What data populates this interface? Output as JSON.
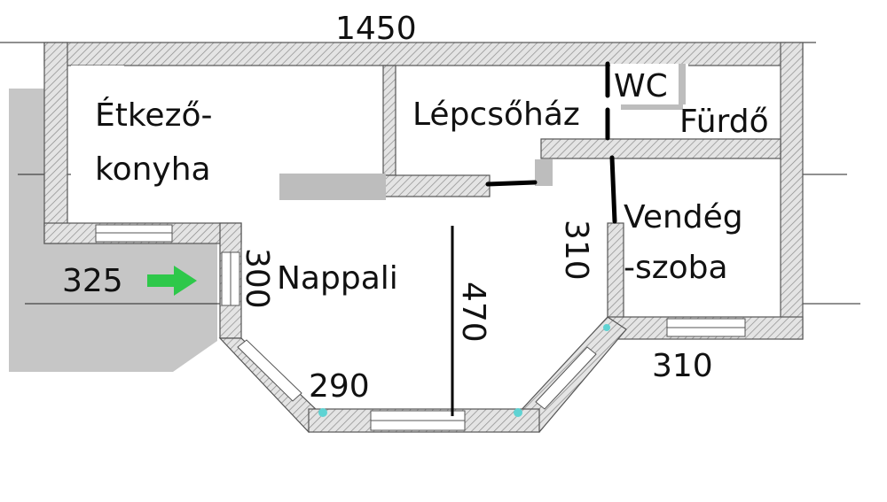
{
  "dimensions": {
    "total_width": "1450",
    "entrance": "325",
    "nappali_side": "300",
    "nappali_depth": "470",
    "bay_side": "290",
    "guest_height": "310",
    "guest_width": "310"
  },
  "rooms": {
    "kitchen_line1": "Étkező-",
    "kitchen_line2": "konyha",
    "stairwell": "Lépcsőház",
    "wc": "WC",
    "bathroom": "Fürdő",
    "guest_line1": "Vendég",
    "guest_line2": "-szoba",
    "living": "Nappali"
  },
  "colors": {
    "wall_fill": "#d9d9d9",
    "wall_stroke": "#555555",
    "terrace": "#c6c6c6",
    "entrance_arrow": "#2ec84a",
    "marker": "#000000",
    "window_dot": "#5fd3d3"
  }
}
